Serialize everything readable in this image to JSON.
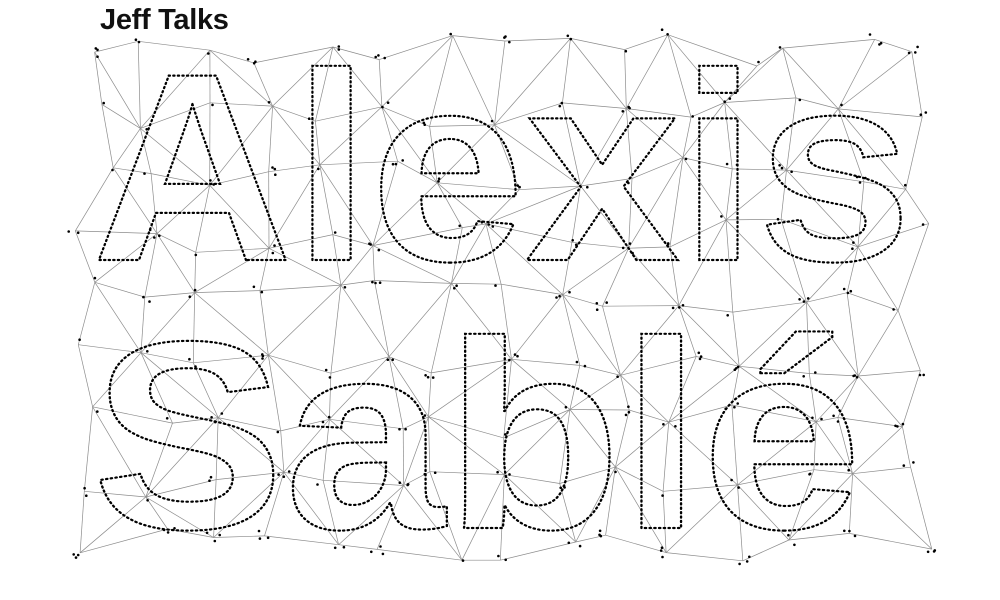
{
  "header": {
    "title": "Jeff Talks"
  },
  "artwork": {
    "line1": "Alexis",
    "line2": "Sablé",
    "style": "delaunay-triangulation",
    "edge_color": "#8c8c8c",
    "point_color": "#000000",
    "background_color": "#ffffff"
  }
}
